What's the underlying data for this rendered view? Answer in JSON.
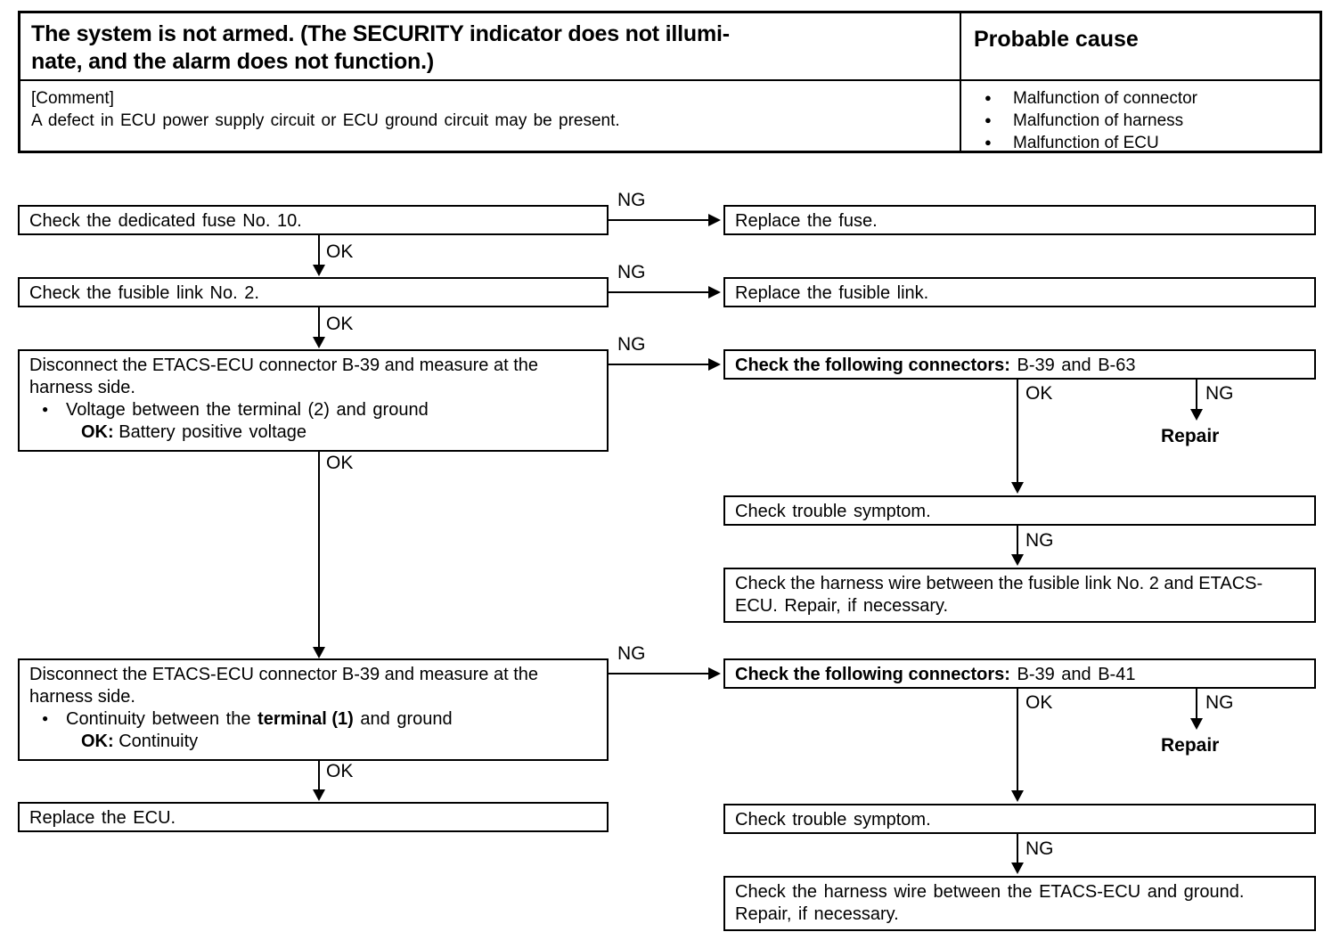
{
  "header": {
    "symptom_title": "The system is not armed. (The SECURITY indicator does not illuminate, and the alarm does not function.)",
    "symptom_line1": "The system is not armed. (The SECURITY indicator does not illumi-",
    "symptom_line2": "nate, and the alarm does not function.)",
    "probable_cause_title": "Probable cause",
    "comment_label": "[Comment]",
    "comment_text": "A defect in ECU power supply circuit or ECU ground circuit may be present.",
    "causes": [
      "Malfunction of connector",
      "Malfunction of harness",
      "Malfunction of ECU"
    ]
  },
  "flow": {
    "left": {
      "step1": "Check the dedicated fuse No. 10.",
      "step2": "Check the fusible link No. 2.",
      "step3_line1": "Disconnect the ETACS-ECU connector B-39 and measure at the",
      "step3_line2": "harness side.",
      "step3_bullet": "Voltage between the terminal (2) and ground",
      "step3_ok_label": "OK:",
      "step3_ok_value": "Battery positive voltage",
      "step4_line1": "Disconnect the ETACS-ECU connector B-39 and measure at the",
      "step4_line2": "harness side.",
      "step4_bullet_pre": "Continuity between the ",
      "step4_bullet_bold": "terminal (1)",
      "step4_bullet_post": " and ground",
      "step4_ok_label": "OK:",
      "step4_ok_value": "Continuity",
      "step5": "Replace the ECU."
    },
    "right": {
      "replace_fuse": "Replace the fuse.",
      "replace_fusible_link": "Replace the fusible link.",
      "connectors_a_bold": "Check the following connectors:",
      "connectors_a_value": " B-39 and B-63",
      "repair_a": "Repair",
      "trouble_symptom_a": "Check trouble symptom.",
      "harness_a_line1": "Check the harness wire between the fusible link No. 2 and ETACS-",
      "harness_a_line2": "ECU. Repair, if necessary.",
      "connectors_b_bold": "Check the following connectors:",
      "connectors_b_value": " B-39 and B-41",
      "repair_b": "Repair",
      "trouble_symptom_b": "Check trouble symptom.",
      "harness_b_line1": "Check the harness wire between the ETACS-ECU and ground.",
      "harness_b_line2": "Repair, if necessary."
    },
    "labels": {
      "ok": "OK",
      "ng": "NG"
    }
  },
  "colors": {
    "ink": "#000000",
    "paper": "#ffffff"
  }
}
